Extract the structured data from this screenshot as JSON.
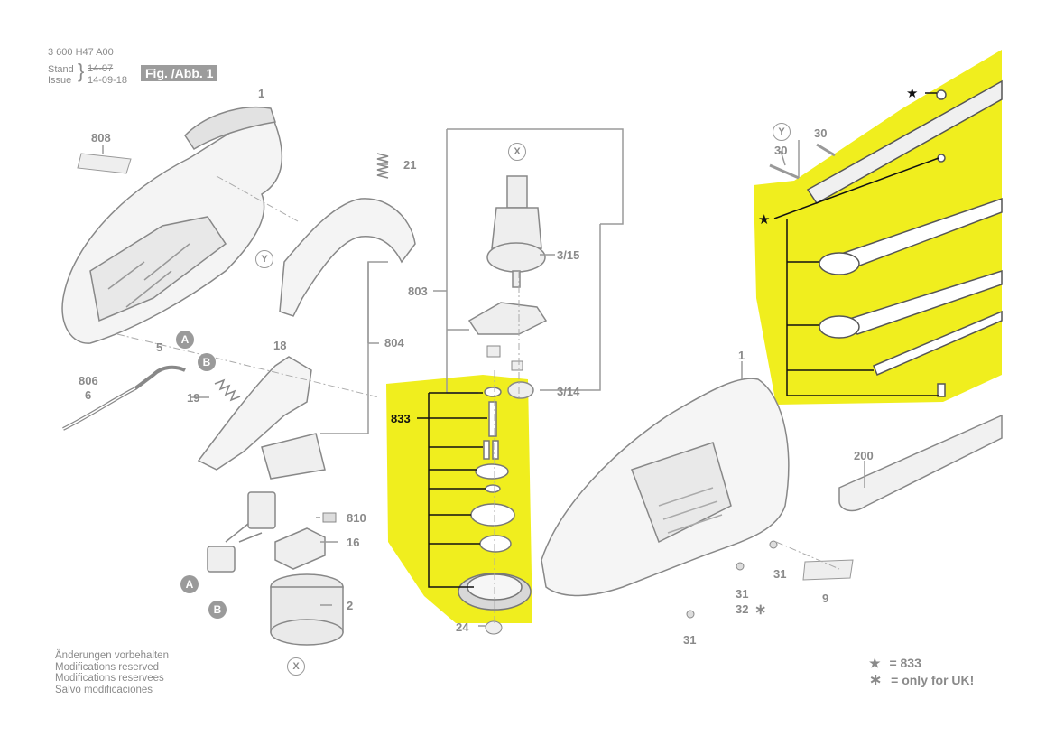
{
  "header": {
    "doc_number": "3 600 H47 A00",
    "stand_label": "Stand",
    "issue_label": "Issue",
    "stand_date": "14-07",
    "issue_date": "14-09-18",
    "figure_label": "Fig. /Abb. 1"
  },
  "labels": {
    "p1_left": "1",
    "p808": "808",
    "p21": "21",
    "p5": "5",
    "p806": "806",
    "p6": "6",
    "p18": "18",
    "p19": "19",
    "p804": "804",
    "p803": "803",
    "p3_15": "3/15",
    "p3_14": "3/14",
    "p833": "833",
    "p810": "810",
    "p16": "16",
    "p2": "2",
    "p24": "24",
    "p1_right": "1",
    "p30a": "30",
    "p30b": "30",
    "p200": "200",
    "p31a": "31",
    "p31b": "31",
    "p32": "32",
    "p31c": "31",
    "p9": "9"
  },
  "callouts": {
    "x_top": "X",
    "x_bottom": "X",
    "y_left": "Y",
    "y_right": "Y",
    "a_top": "A",
    "b_top": "B",
    "a_bottom": "A",
    "b_bottom": "B"
  },
  "symbols": {
    "star": "★",
    "asterisk": "∗"
  },
  "notes": {
    "lines": [
      "Änderungen vorbehalten",
      "Modifications reserved",
      "Modifications reservees",
      "Salvo modificaciones"
    ]
  },
  "legend": {
    "star_text": "= 833",
    "asterisk_text": "= only for UK!"
  },
  "colors": {
    "highlight": "#f0ee1e",
    "line": "#9a9a9a",
    "dark": "#222222"
  }
}
